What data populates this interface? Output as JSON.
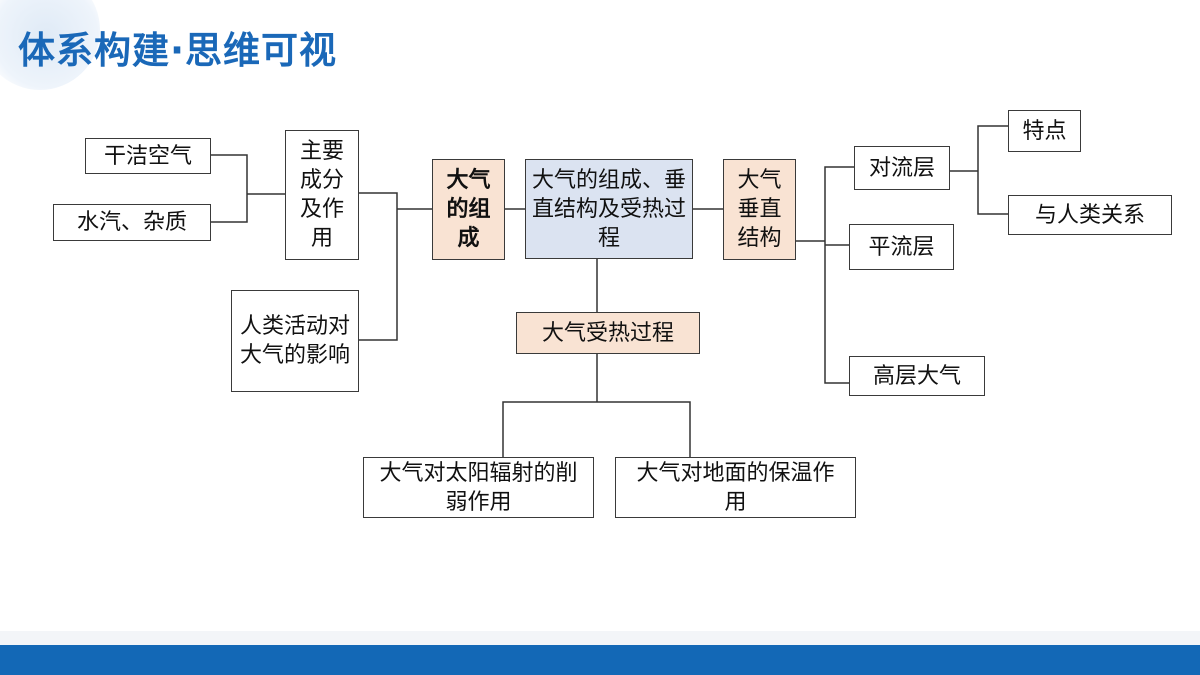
{
  "page": {
    "title": "体系构建·思维可视"
  },
  "diagram": {
    "center": "大气的组成、垂直结构及受热过程",
    "left_branch": "大气的组成",
    "composition": "主要成分及作用",
    "dry_air": "干洁空气",
    "vapor": "水汽、杂质",
    "human": "人类活动对大气的影响",
    "right_branch": "大气垂直结构",
    "troposphere": "对流层",
    "features": "特点",
    "human_relation": "与人类关系",
    "stratosphere": "平流层",
    "upper": "高层大气",
    "heating": "大气受热过程",
    "weakening": "大气对太阳辐射的削弱作用",
    "insulation": "大气对地面的保温作用"
  },
  "colors": {
    "accent": "#1368b6",
    "peach": "#f9e3d3",
    "blue": "#dbe3f1"
  }
}
